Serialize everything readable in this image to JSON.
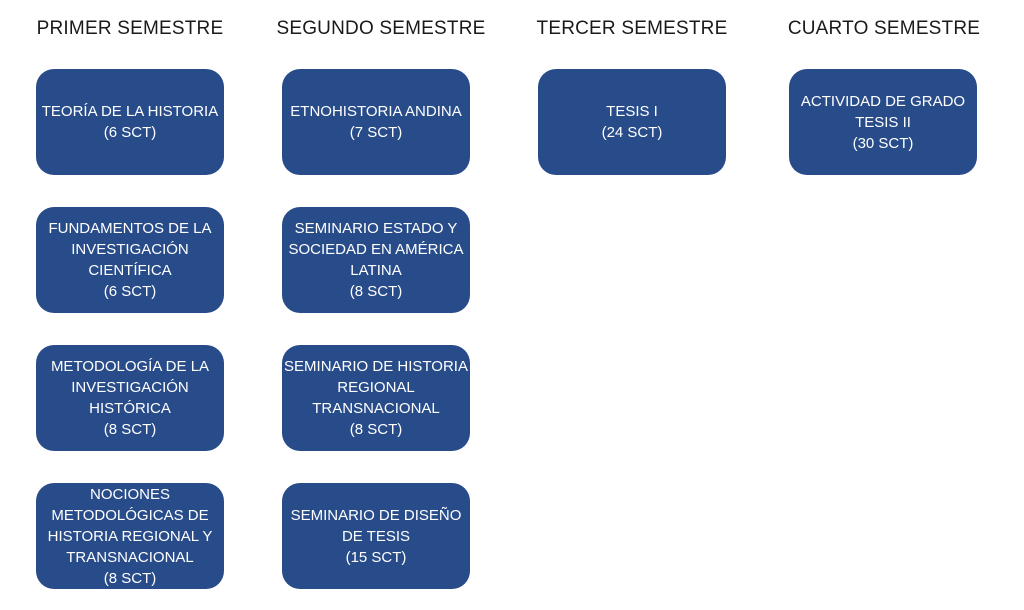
{
  "semesters": [
    {
      "title": "PRIMER SEMESTRE",
      "courses": [
        {
          "lines": [
            "TEORÍA DE LA HISTORIA",
            "(6 SCT)"
          ]
        },
        {
          "lines": [
            "FUNDAMENTOS DE LA",
            "INVESTIGACIÓN",
            "CIENTÍFICA",
            "(6 SCT)"
          ]
        },
        {
          "lines": [
            "METODOLOGÍA DE LA",
            "INVESTIGACIÓN",
            "HISTÓRICA",
            "(8 SCT)"
          ]
        },
        {
          "lines": [
            "NOCIONES",
            "METODOLÓGICAS DE",
            "HISTORIA REGIONAL Y",
            "TRANSNACIONAL",
            "(8 SCT)"
          ]
        }
      ]
    },
    {
      "title": "SEGUNDO SEMESTRE",
      "courses": [
        {
          "lines": [
            "ETNOHISTORIA ANDINA",
            "(7 SCT)"
          ]
        },
        {
          "lines": [
            "SEMINARIO ESTADO Y",
            "SOCIEDAD EN AMÉRICA",
            "LATINA",
            "(8 SCT)"
          ]
        },
        {
          "lines": [
            "SEMINARIO DE HISTORIA",
            "REGIONAL",
            "TRANSNACIONAL",
            "(8 SCT)"
          ]
        },
        {
          "lines": [
            "SEMINARIO DE DISEÑO",
            "DE TESIS",
            "(15 SCT)"
          ]
        }
      ]
    },
    {
      "title": "TERCER SEMESTRE",
      "courses": [
        {
          "lines": [
            "TESIS I",
            "(24 SCT)"
          ]
        }
      ]
    },
    {
      "title": "CUARTO SEMESTRE",
      "courses": [
        {
          "lines": [
            "ACTIVIDAD DE GRADO",
            "TESIS II",
            "(30 SCT)"
          ]
        }
      ]
    }
  ]
}
